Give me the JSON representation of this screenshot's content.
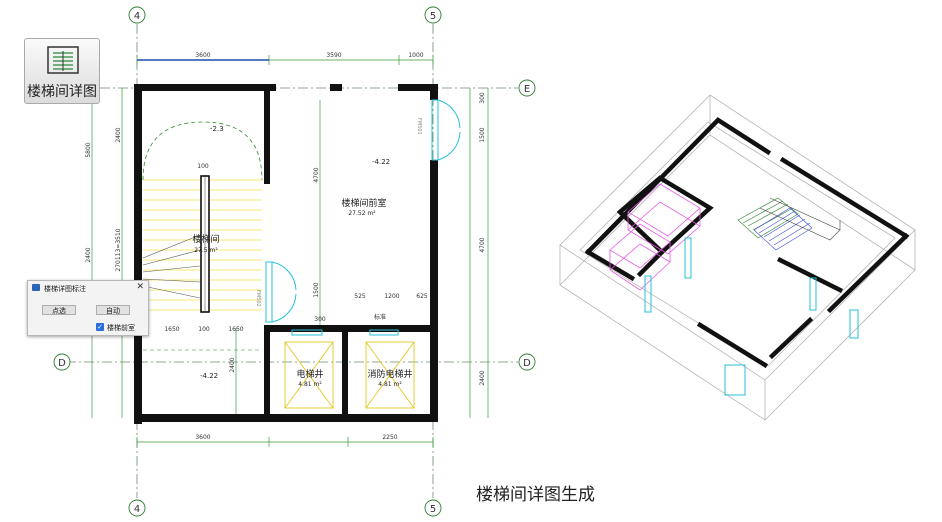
{
  "toolbar": {
    "button_label": "楼梯间详图"
  },
  "dialog": {
    "title": "楼梯详图标注",
    "close_glyph": "✕",
    "btn_pick": "点选",
    "btn_auto": "自动",
    "checkbox_label": "楼梯前室",
    "checkbox_checked": true
  },
  "plan": {
    "axis_4": "4",
    "axis_5": "5",
    "axis_E": "E",
    "axis_D": "D",
    "dim_top_1": "3600",
    "dim_top_2": "3590",
    "dim_top_3": "1000",
    "dim_bottom_1": "3600",
    "dim_bottom_2": "2250",
    "dim_left_1": "2400",
    "dim_left_2": "270113=3510",
    "dim_left_3": "5800",
    "dim_left_4": "2400",
    "dim_mid_v": "4700",
    "dim_mid_v2": "1500",
    "dim_mid_v3": "2400",
    "dim_right_1": "300",
    "dim_right_2": "1500",
    "dim_right_3": "4700",
    "dim_right_4": "2400",
    "dim_stair_1": "1650",
    "dim_stair_2": "100",
    "dim_stair_3": "1650",
    "dim_lift_1": "525",
    "dim_lift_2": "1200",
    "dim_lift_3": "625",
    "dim_small": "300",
    "door_label_1": "FM502",
    "door_label_2": "FM501",
    "level_1": "-2.3",
    "level_2": "-4.22",
    "level_3": "-4.22",
    "room_stair": "楼梯间",
    "room_stair_area": "27.5 m²",
    "room_lobby": "楼梯间前室",
    "room_lobby_area": "27.52 m²",
    "room_lift": "电梯井",
    "room_lift_area": "4.81 m²",
    "room_firelift": "消防电梯井",
    "room_firelift_area": "4.81 m²",
    "tag_biaoshi": "标准",
    "tag_100": "100"
  },
  "caption": "楼梯间详图生成"
}
